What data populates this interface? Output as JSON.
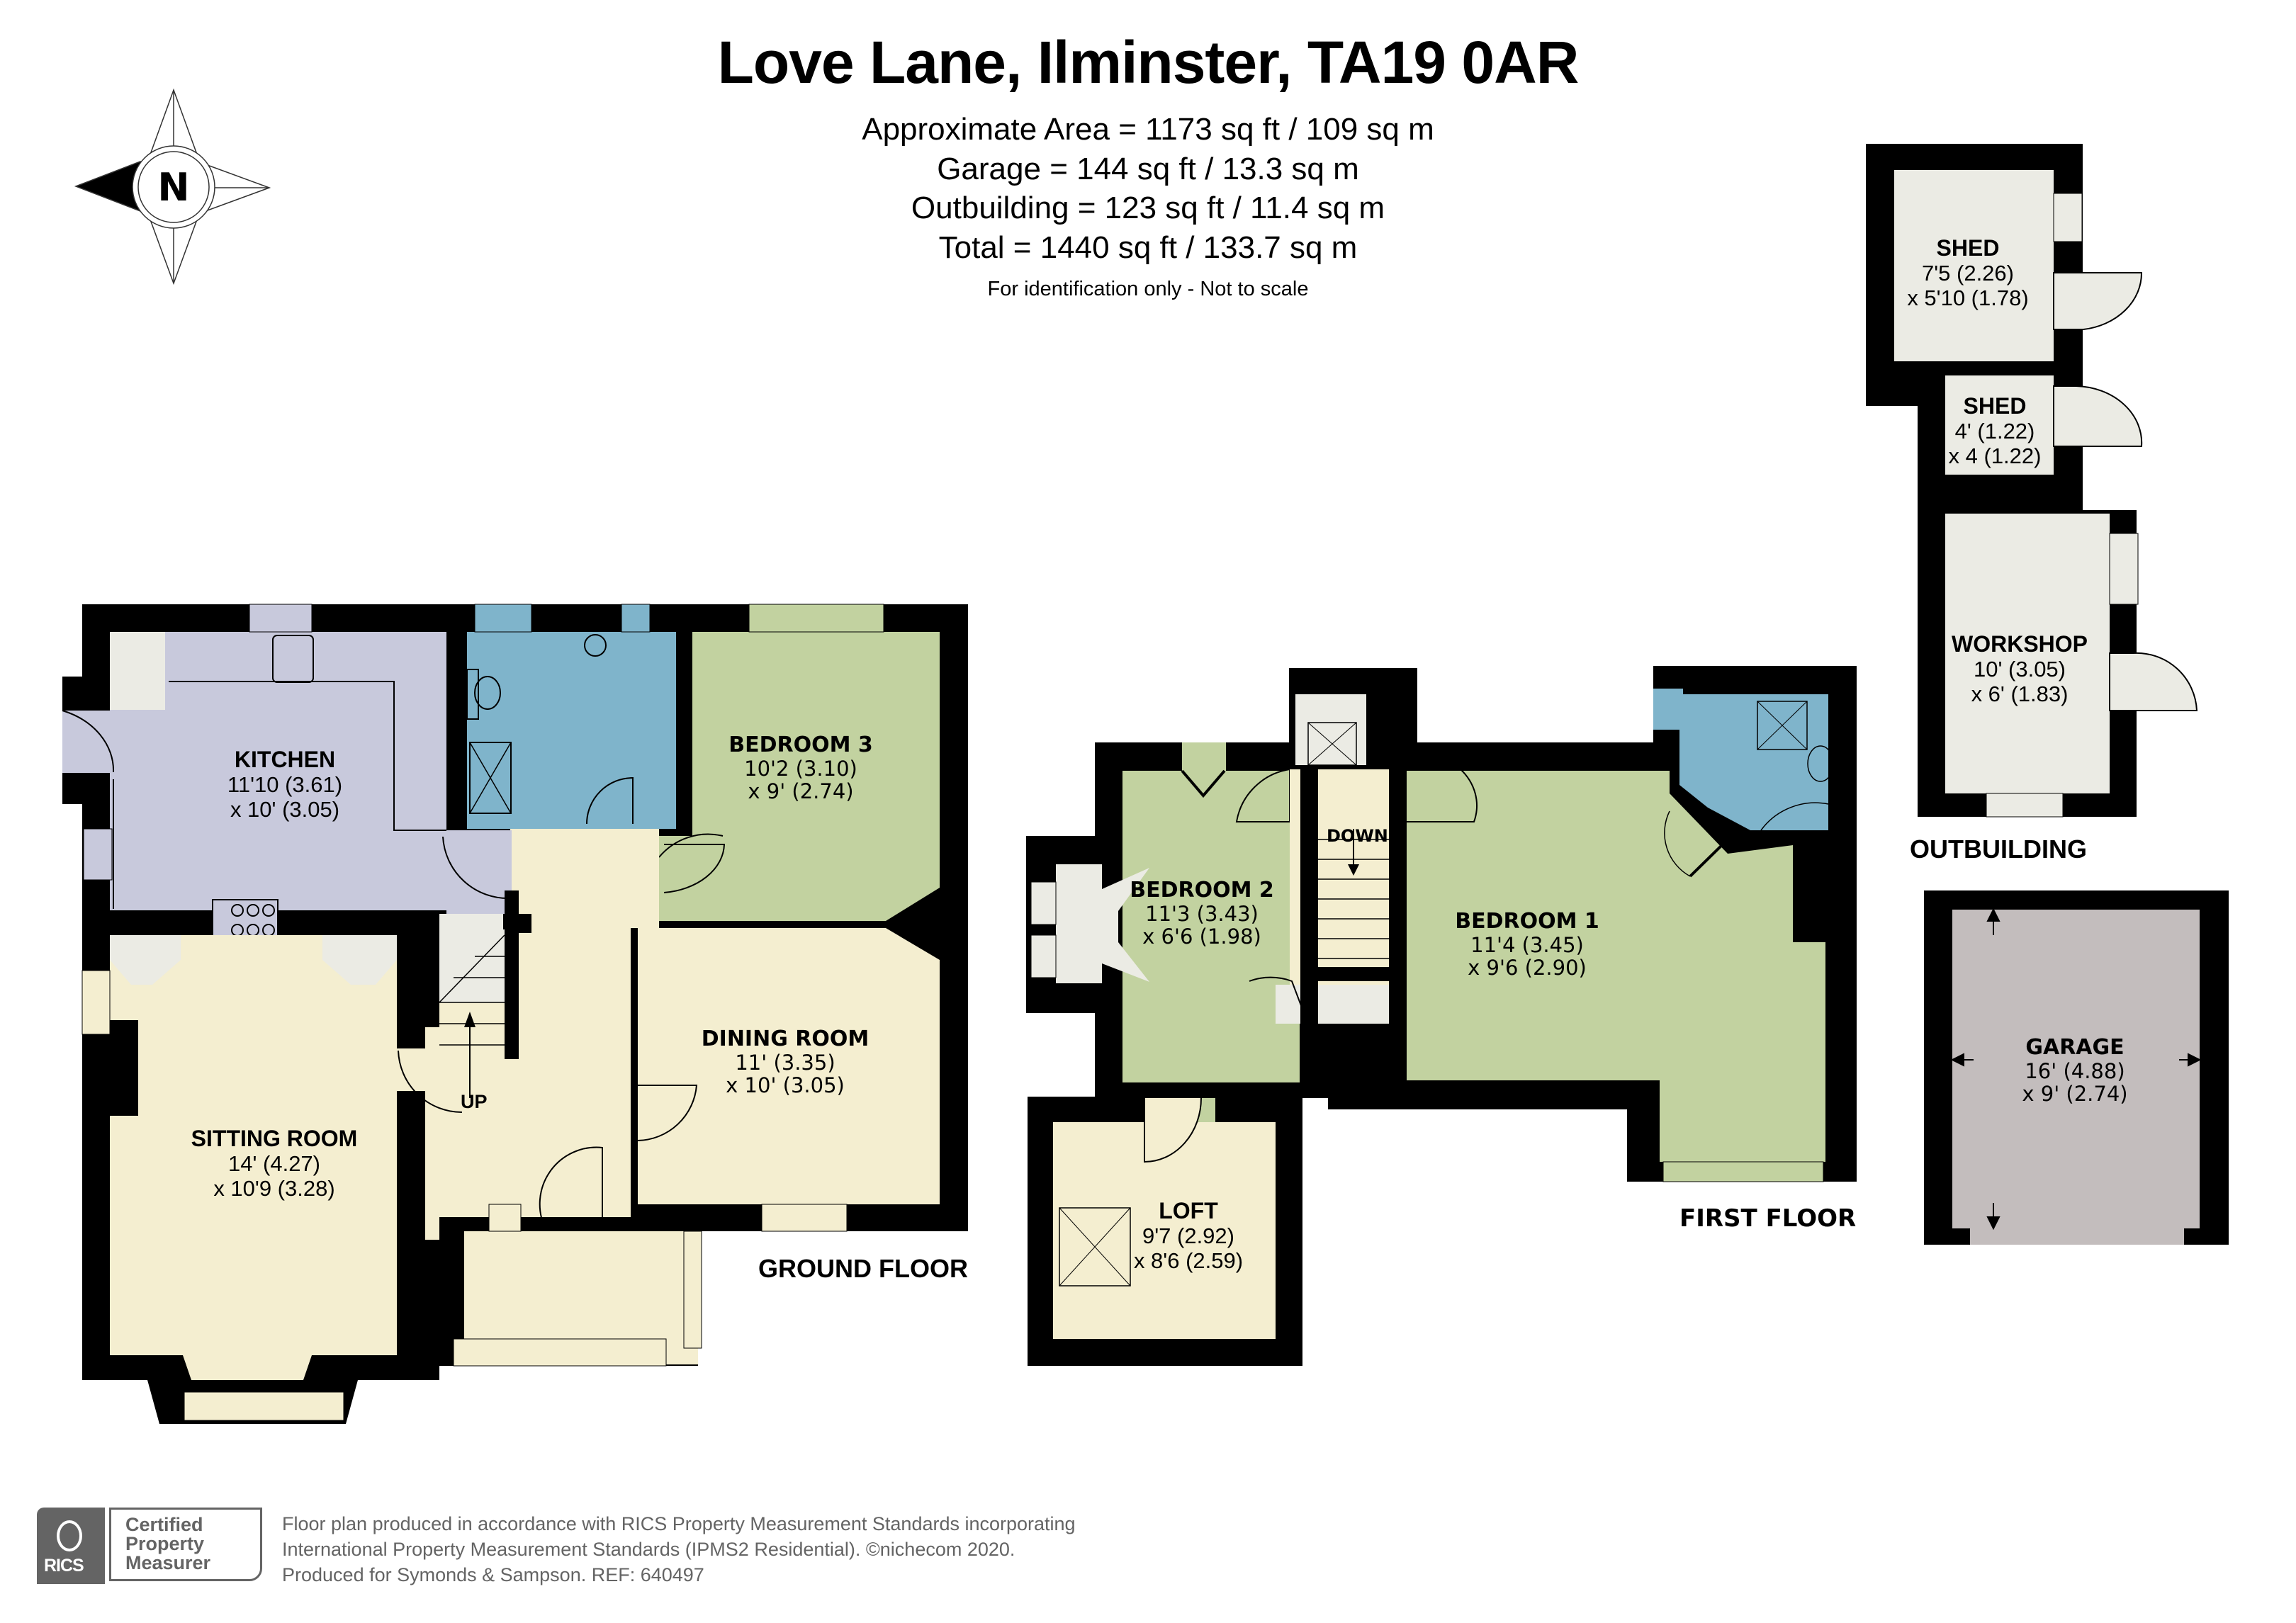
{
  "header": {
    "title": "Love Lane, Ilminster, TA19 0AR",
    "areas": [
      "Approximate Area = 1173 sq ft / 109 sq m",
      "Garage = 144 sq ft / 13.3 sq m",
      "Outbuilding = 123 sq ft / 11.4 sq m",
      "Total = 1440 sq ft / 133.7 sq m"
    ],
    "disclaimer": "For identification only - Not to scale"
  },
  "compass": {
    "letter": "N",
    "icon": "compass-north-arrow-icon"
  },
  "colors": {
    "wall": "#000000",
    "kitchen": "#c8c9dc",
    "bathroom": "#7fb4cb",
    "bedroom": "#c2d2a0",
    "living": "#f4eed0",
    "cupboard": "#ebebe4",
    "garage": "#c3bdbd",
    "footer_gray": "#646464"
  },
  "floors": {
    "ground": {
      "label": "GROUND FLOOR",
      "stairs_label": "UP",
      "rooms": [
        {
          "name": "KITCHEN",
          "dim1": "11'10 (3.61)",
          "dim2": "x 10' (3.05)"
        },
        {
          "name": "BEDROOM 3",
          "dim1": "10'2 (3.10)",
          "dim2": "x 9' (2.74)"
        },
        {
          "name": "DINING ROOM",
          "dim1": "11' (3.35)",
          "dim2": "x 10' (3.05)"
        },
        {
          "name": "SITTING ROOM",
          "dim1": "14' (4.27)",
          "dim2": "x 10'9 (3.28)"
        }
      ]
    },
    "first": {
      "label": "FIRST FLOOR",
      "stairs_label": "DOWN",
      "rooms": [
        {
          "name": "BEDROOM 2",
          "dim1": "11'3 (3.43)",
          "dim2": "x 6'6 (1.98)"
        },
        {
          "name": "BEDROOM 1",
          "dim1": "11'4 (3.45)",
          "dim2": "x 9'6 (2.90)"
        },
        {
          "name": "LOFT",
          "dim1": "9'7 (2.92)",
          "dim2": "x 8'6 (2.59)"
        }
      ]
    },
    "outbuilding": {
      "label": "OUTBUILDING",
      "rooms": [
        {
          "name": "SHED",
          "dim1": "7'5 (2.26)",
          "dim2": "x 5'10 (1.78)"
        },
        {
          "name": "SHED",
          "dim1": "4' (1.22)",
          "dim2": "x 4 (1.22)"
        },
        {
          "name": "WORKSHOP",
          "dim1": "10' (3.05)",
          "dim2": "x 6' (1.83)"
        }
      ]
    },
    "garage": {
      "rooms": [
        {
          "name": "GARAGE",
          "dim1": "16' (4.88)",
          "dim2": "x 9' (2.74)"
        }
      ]
    }
  },
  "footer": {
    "badge": {
      "org": "RICS",
      "line1": "Certified",
      "line2": "Property",
      "line3": "Measurer"
    },
    "lines": [
      "Floor plan produced in accordance with RICS Property Measurement Standards incorporating",
      "International Property Measurement Standards (IPMS2 Residential).   ©nichecom 2020.",
      "Produced for Symonds & Sampson.   REF: 640497"
    ]
  }
}
